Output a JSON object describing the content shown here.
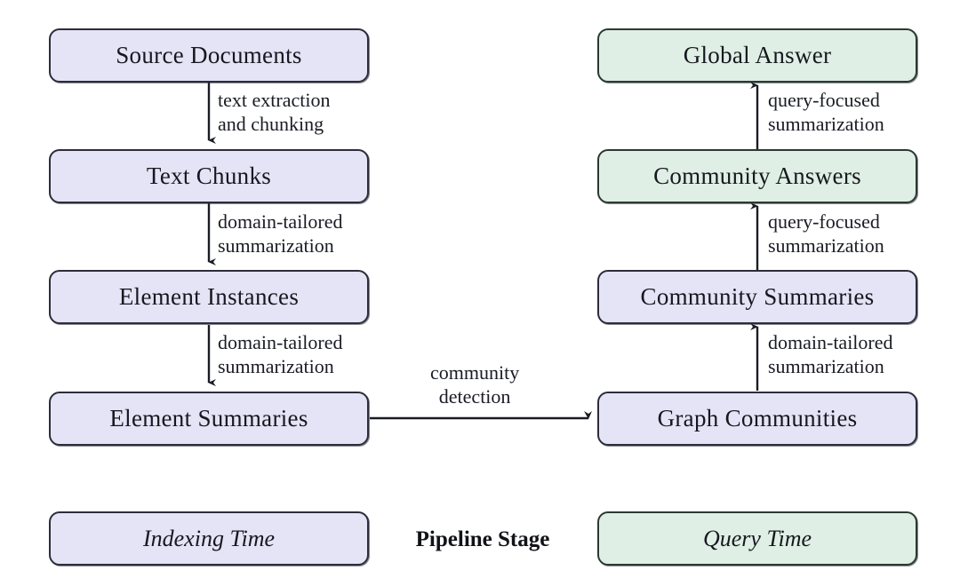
{
  "diagram": {
    "title": "Pipeline Stage",
    "colors": {
      "indexing_fill": "#e5e4f6",
      "query_fill": "#e0efe5",
      "stroke": "#2b2d3a",
      "background": "#ffffff"
    },
    "indexing_nodes": [
      {
        "id": "source-documents",
        "label": "Source Documents"
      },
      {
        "id": "text-chunks",
        "label": "Text Chunks"
      },
      {
        "id": "element-instances",
        "label": "Element Instances"
      },
      {
        "id": "element-summaries",
        "label": "Element Summaries"
      }
    ],
    "query_nodes": [
      {
        "id": "global-answer",
        "label": "Global Answer",
        "stage": "query"
      },
      {
        "id": "community-answers",
        "label": "Community Answers",
        "stage": "query"
      },
      {
        "id": "community-summaries",
        "label": "Community Summaries",
        "stage": "indexing"
      },
      {
        "id": "graph-communities",
        "label": "Graph Communities",
        "stage": "indexing"
      }
    ],
    "edges": [
      {
        "id": "source-to-chunks",
        "line1": "text extraction",
        "line2": "and chunking",
        "direction": "down"
      },
      {
        "id": "chunks-to-instances",
        "line1": "domain-tailored",
        "line2": "summarization",
        "direction": "down"
      },
      {
        "id": "instances-to-summaries",
        "line1": "domain-tailored",
        "line2": "summarization",
        "direction": "down"
      },
      {
        "id": "summaries-to-communities",
        "line1": "community",
        "line2": "detection",
        "direction": "right"
      },
      {
        "id": "communities-to-community-summaries",
        "line1": "domain-tailored",
        "line2": "summarization",
        "direction": "up"
      },
      {
        "id": "community-summaries-to-answers",
        "line1": "query-focused",
        "line2": "summarization",
        "direction": "up"
      },
      {
        "id": "answers-to-global",
        "line1": "query-focused",
        "line2": "summarization",
        "direction": "up"
      }
    ],
    "legend": {
      "left_label": "Indexing Time",
      "center_label": "Pipeline Stage",
      "right_label": "Query Time"
    }
  }
}
